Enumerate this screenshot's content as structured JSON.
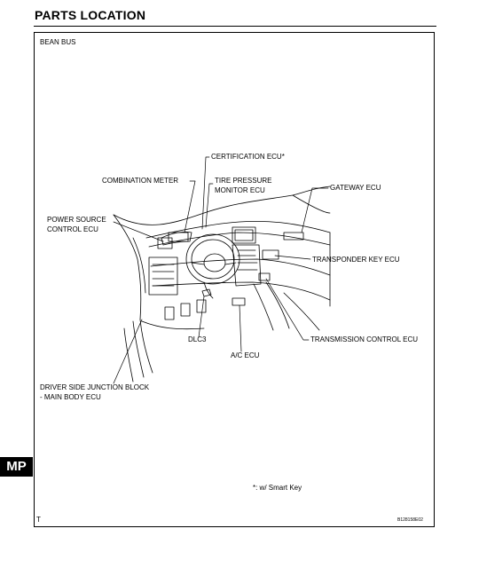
{
  "page": {
    "title": "PARTS LOCATION",
    "section_tab": "MP"
  },
  "figure": {
    "subtitle": "BEAN BUS",
    "footnote": "*: w/ Smart Key",
    "corner_mark": "T",
    "figure_id": "B128158E02"
  },
  "labels": {
    "certification_ecu": "CERTIFICATION ECU*",
    "combination_meter": "COMBINATION METER",
    "tire_pressure_line1": "TIRE PRESSURE",
    "tire_pressure_line2": "MONITOR ECU",
    "gateway_ecu": "GATEWAY ECU",
    "power_source_line1": "POWER SOURCE",
    "power_source_line2": "CONTROL ECU",
    "transponder_key_ecu": "TRANSPONDER KEY ECU",
    "transmission_control_ecu": "TRANSMISSION CONTROL ECU",
    "dlc3": "DLC3",
    "ac_ecu": "A/C ECU",
    "driver_junction_line1": "DRIVER SIDE JUNCTION BLOCK",
    "driver_junction_line2": "- MAIN BODY ECU"
  }
}
